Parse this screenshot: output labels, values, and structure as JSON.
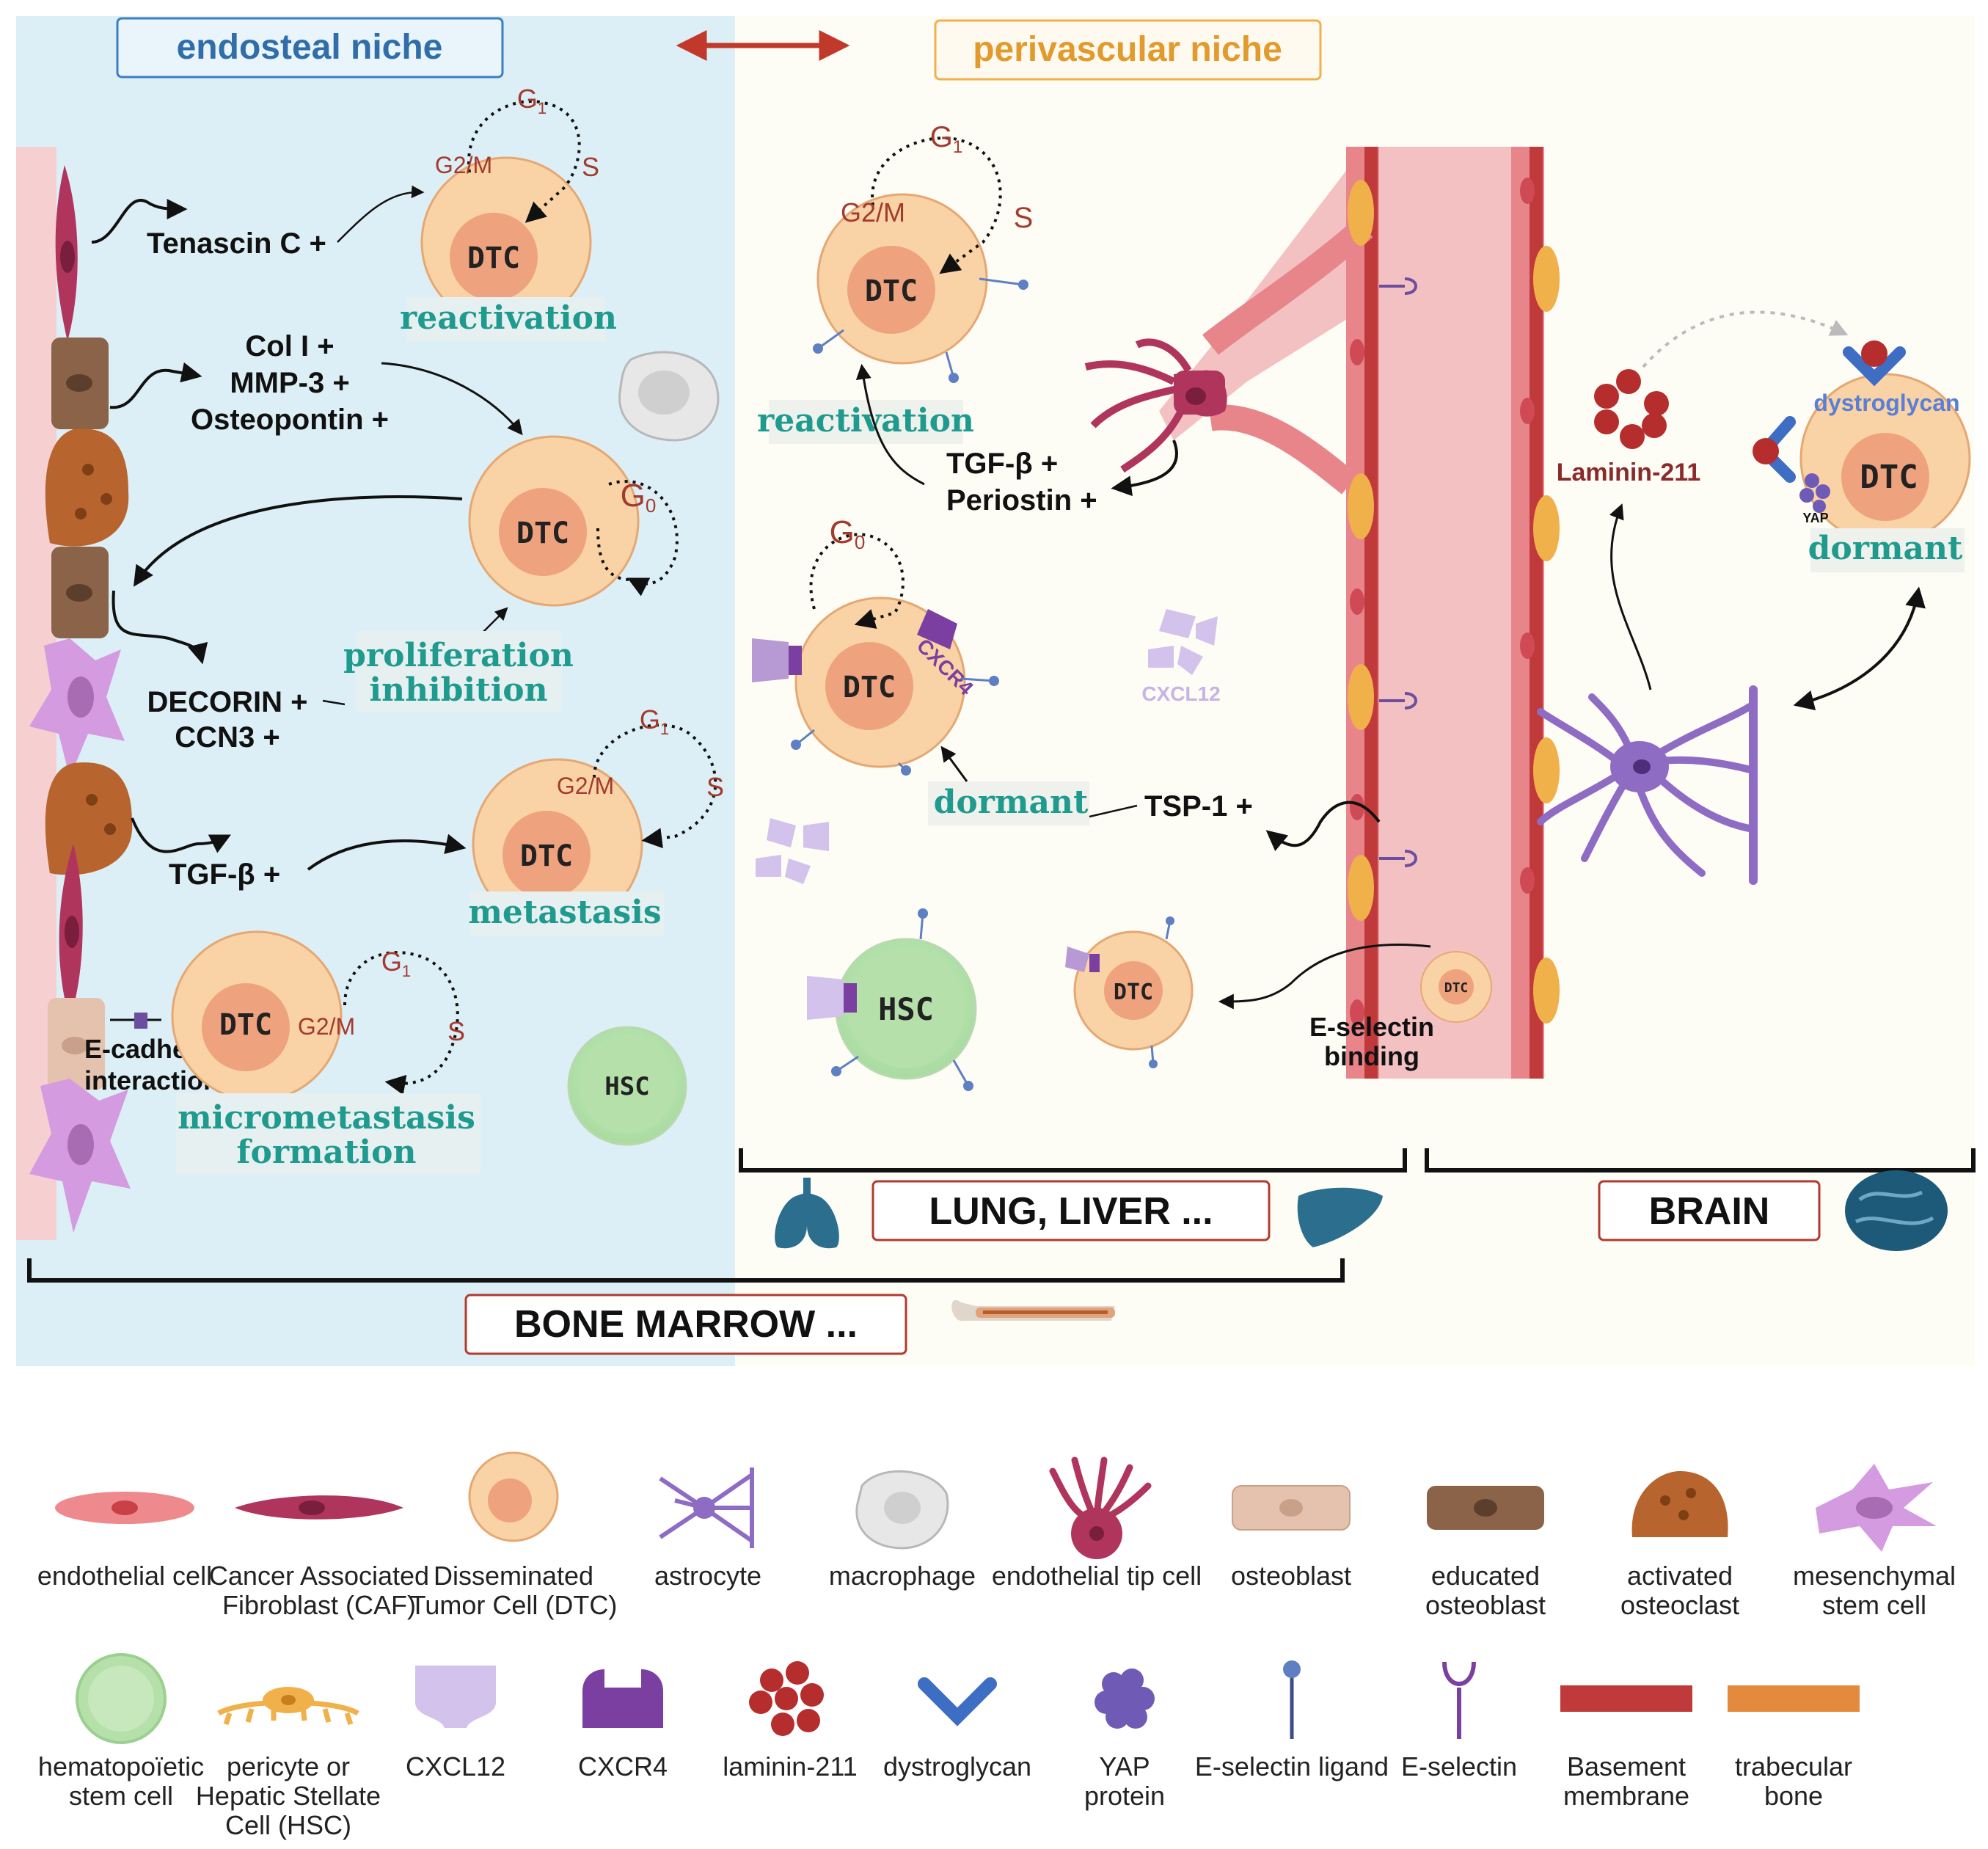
{
  "niches": {
    "endosteal": "endosteal niche",
    "perivascular": "perivascular niche"
  },
  "regions": {
    "bone_marrow": "BONE MARROW ...",
    "lung_liver": "LUNG, LIVER ...",
    "brain": "BRAIN"
  },
  "cell_labels": {
    "dtc": "DTC",
    "hsc": "HSC"
  },
  "phases": {
    "g0": "G0",
    "g1": "G1",
    "g2m": "G2/M",
    "s": "S"
  },
  "states": {
    "reactivation": "reactivation",
    "proliferation_inhibition_1": "proliferation",
    "proliferation_inhibition_2": "inhibition",
    "metastasis": "metastasis",
    "micrometastasis_1": "micrometastasis",
    "micrometastasis_2": "formation",
    "dormant": "dormant"
  },
  "factors": {
    "tenascin": "Tenascin C +",
    "col1": "Col I +",
    "mmp3": "MMP-3 +",
    "osteopontin": "Osteopontin +",
    "decorin": "DECORIN +",
    "ccn3": "CCN3 +",
    "tgfb_bone": "TGF-β +",
    "ecad_1": "E-cadherin",
    "ecad_2": "interaction",
    "tgfb_peri": "TGF-β +",
    "periostin": "Periostin +",
    "tsp1": "TSP-1 +",
    "cxcr4": "CXCR4",
    "cxcl12": "CXCL12",
    "eselectin_1": "E-selectin",
    "eselectin_2": "binding",
    "laminin": "Laminin-211",
    "dystroglycan": "dystroglycan",
    "yap": "YAP"
  },
  "legend_row1": [
    {
      "icon": "endothelial-cell-icon",
      "lines": [
        "endothelial cell"
      ]
    },
    {
      "icon": "caf-icon",
      "lines": [
        "Cancer Associated",
        "Fibroblast (CAF)"
      ]
    },
    {
      "icon": "dtc-icon",
      "lines": [
        "Disseminated",
        "Tumor Cell (DTC)"
      ]
    },
    {
      "icon": "astrocyte-icon",
      "lines": [
        "astrocyte"
      ]
    },
    {
      "icon": "macrophage-icon",
      "lines": [
        "macrophage"
      ]
    },
    {
      "icon": "endothelial-tip-cell-icon",
      "lines": [
        "endothelial tip cell"
      ]
    },
    {
      "icon": "osteoblast-icon",
      "lines": [
        "osteoblast"
      ]
    },
    {
      "icon": "educated-osteoblast-icon",
      "lines": [
        "educated",
        "osteoblast"
      ]
    },
    {
      "icon": "activated-osteoclast-icon",
      "lines": [
        "activated",
        "osteoclast"
      ]
    },
    {
      "icon": "mesenchymal-stem-cell-icon",
      "lines": [
        "mesenchymal",
        "stem cell"
      ]
    }
  ],
  "legend_row2": [
    {
      "icon": "hematopoietic-stem-cell-icon",
      "lines": [
        "hematopoïetic",
        "stem cell"
      ]
    },
    {
      "icon": "pericyte-icon",
      "lines": [
        "pericyte or",
        "Hepatic Stellate",
        "Cell (HSC)"
      ]
    },
    {
      "icon": "cxcl12-icon",
      "lines": [
        "CXCL12"
      ]
    },
    {
      "icon": "cxcr4-icon",
      "lines": [
        "CXCR4"
      ]
    },
    {
      "icon": "laminin-icon",
      "lines": [
        "laminin-211"
      ]
    },
    {
      "icon": "dystroglycan-icon",
      "lines": [
        "dystroglycan"
      ]
    },
    {
      "icon": "yap-icon",
      "lines": [
        "YAP",
        "protein"
      ]
    },
    {
      "icon": "e-selectin-ligand-icon",
      "lines": [
        "E-selectin ligand"
      ]
    },
    {
      "icon": "e-selectin-icon",
      "lines": [
        "E-selectin"
      ]
    },
    {
      "icon": "basement-membrane-icon",
      "lines": [
        "Basement",
        "membrane"
      ]
    },
    {
      "icon": "trabecular-bone-icon",
      "lines": [
        "trabecular",
        "bone"
      ]
    }
  ],
  "colors": {
    "endosteal_bg": "#ddeff6",
    "perivascular_bg": "#fdfcf5",
    "dtc_fill": "#f9d3a5",
    "dtc_nucleus": "#eea37e",
    "teal_text": "#1f9a8e",
    "endosteal_border": "#3a7fc1",
    "perivascular_border": "#f0b04a",
    "region_border": "#b23a2e",
    "arrow_red": "#c0392b"
  }
}
